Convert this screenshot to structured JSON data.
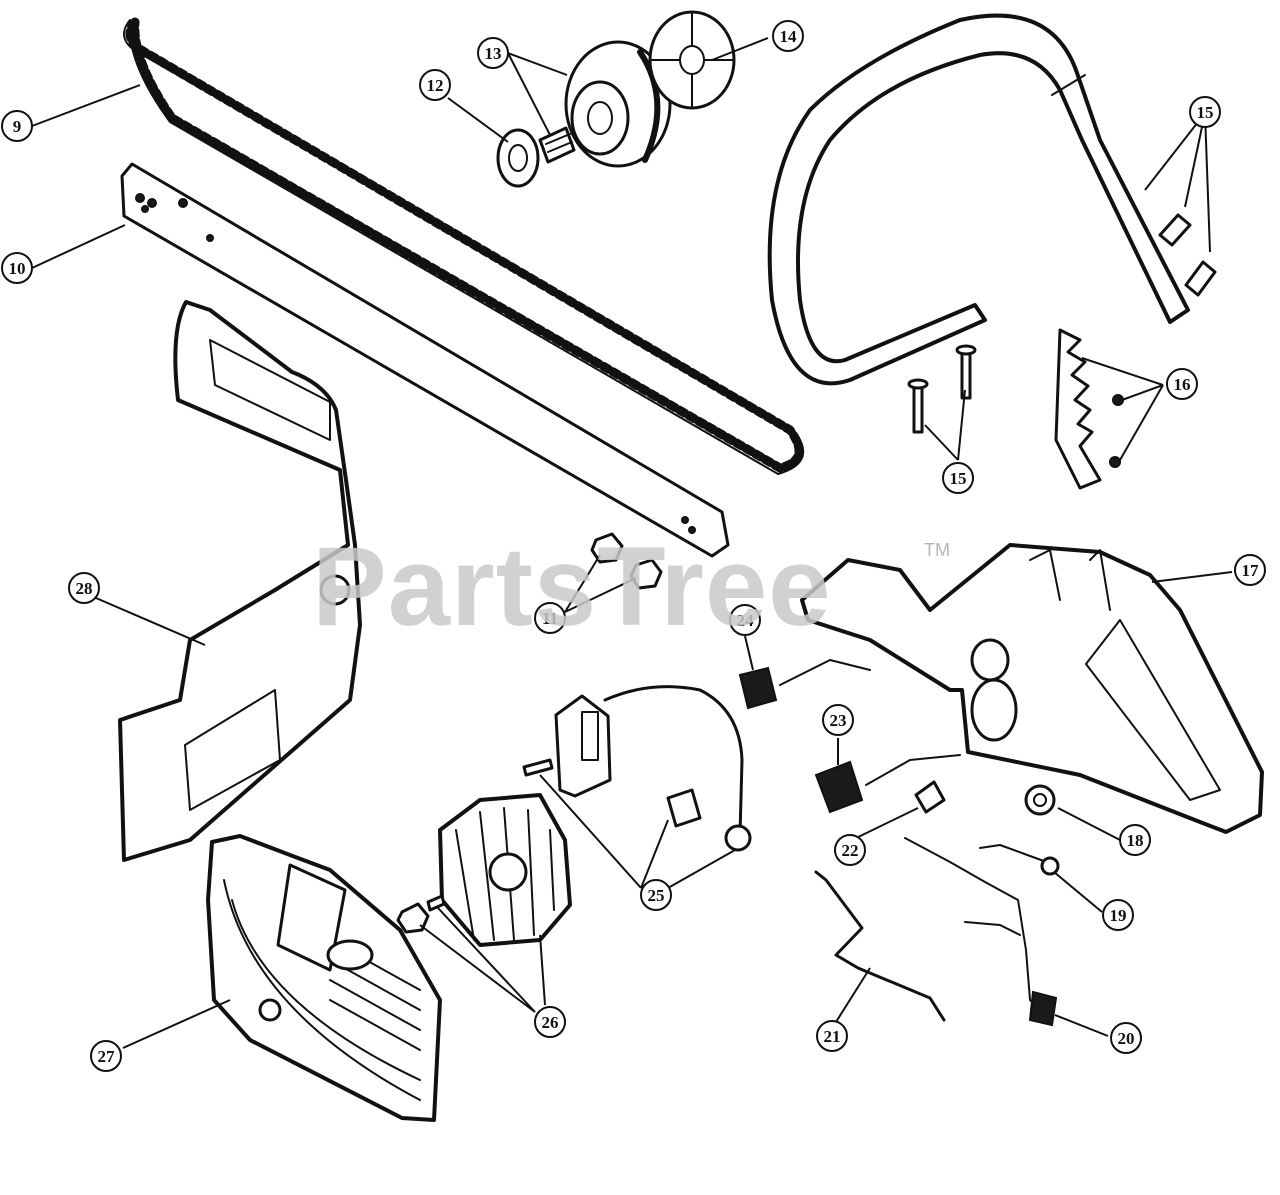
{
  "watermark": {
    "text": "PartsTree",
    "tm": "TM"
  },
  "callouts": [
    {
      "label": "9"
    },
    {
      "label": "10"
    },
    {
      "label": "11"
    },
    {
      "label": "12"
    },
    {
      "label": "13"
    },
    {
      "label": "14"
    },
    {
      "label": "15"
    },
    {
      "label": "15"
    },
    {
      "label": "16"
    },
    {
      "label": "17"
    },
    {
      "label": "18"
    },
    {
      "label": "19"
    },
    {
      "label": "20"
    },
    {
      "label": "21"
    },
    {
      "label": "22"
    },
    {
      "label": "23"
    },
    {
      "label": "24"
    },
    {
      "label": "25"
    },
    {
      "label": "26"
    },
    {
      "label": "27"
    },
    {
      "label": "28"
    }
  ]
}
